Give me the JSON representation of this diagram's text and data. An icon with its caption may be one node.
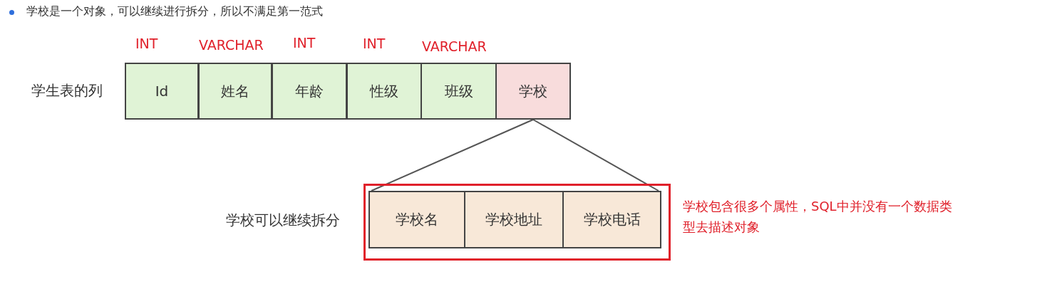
{
  "diagram": {
    "nodes": [
      {
        "text": [
          "Id"
        ]
      },
      {
        "text": [
          "姓名"
        ]
      },
      {
        "text": [
          "年龄"
        ]
      },
      {
        "text": [
          "性级"
        ]
      },
      {
        "text": [
          "班级"
        ]
      },
      {
        "text": [
          "学校"
        ]
      },
      {
        "text": [],
        "shape": "box"
      },
      {
        "text": [
          "学校名"
        ],
        "in": 6
      },
      {
        "text": [
          "学校地址"
        ],
        "in": 6
      },
      {
        "text": [
          "学校电话"
        ],
        "in": 6
      }
    ],
    "edges": [
      {
        "from": 5,
        "to": 7,
        "arrow": "none"
      },
      {
        "from": 5,
        "to": 9,
        "arrow": "none"
      }
    ],
    "labels": [
      "学校是一个对象，可以继续进行拆分，所以不满足第一范式",
      "INT",
      "VARCHAR",
      "INT",
      "INT",
      "VARCHAR",
      "学生表的列",
      "学校可以继续拆分",
      "学校包含很多个属性，SQL中并没有一个数据类型去描述对象"
    ]
  }
}
